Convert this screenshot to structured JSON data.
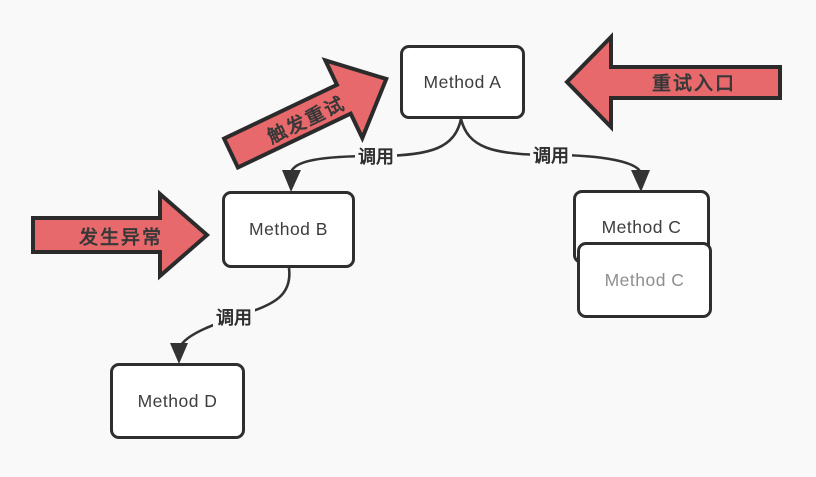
{
  "diagram": {
    "background_color": "#f9f9f9",
    "colors": {
      "box_fill": "#ffffff",
      "box_border": "#2e2e2e",
      "box_text": "#3d3d3d",
      "ghost_box_text": "#8e8e8e",
      "connector_line": "#333333",
      "big_arrow_fill": "#e8696b",
      "big_arrow_border": "#2b2b2b",
      "big_arrow_text": "#383838"
    },
    "nodes": [
      {
        "id": "method-a",
        "label": "Method A"
      },
      {
        "id": "method-b",
        "label": "Method B"
      },
      {
        "id": "method-c-back",
        "label": "Method C"
      },
      {
        "id": "method-c-front",
        "label": "Method C"
      },
      {
        "id": "method-d",
        "label": "Method D"
      }
    ],
    "edge_labels": [
      {
        "id": "call-a-to-b",
        "label": "调用"
      },
      {
        "id": "call-a-to-c",
        "label": "调用"
      },
      {
        "id": "call-b-to-d",
        "label": "调用"
      }
    ],
    "annotations": [
      {
        "id": "trigger-retry",
        "label": "触发重试"
      },
      {
        "id": "exception-occurred",
        "label": "发生异常"
      },
      {
        "id": "retry-entry",
        "label": "重试入口"
      }
    ]
  }
}
